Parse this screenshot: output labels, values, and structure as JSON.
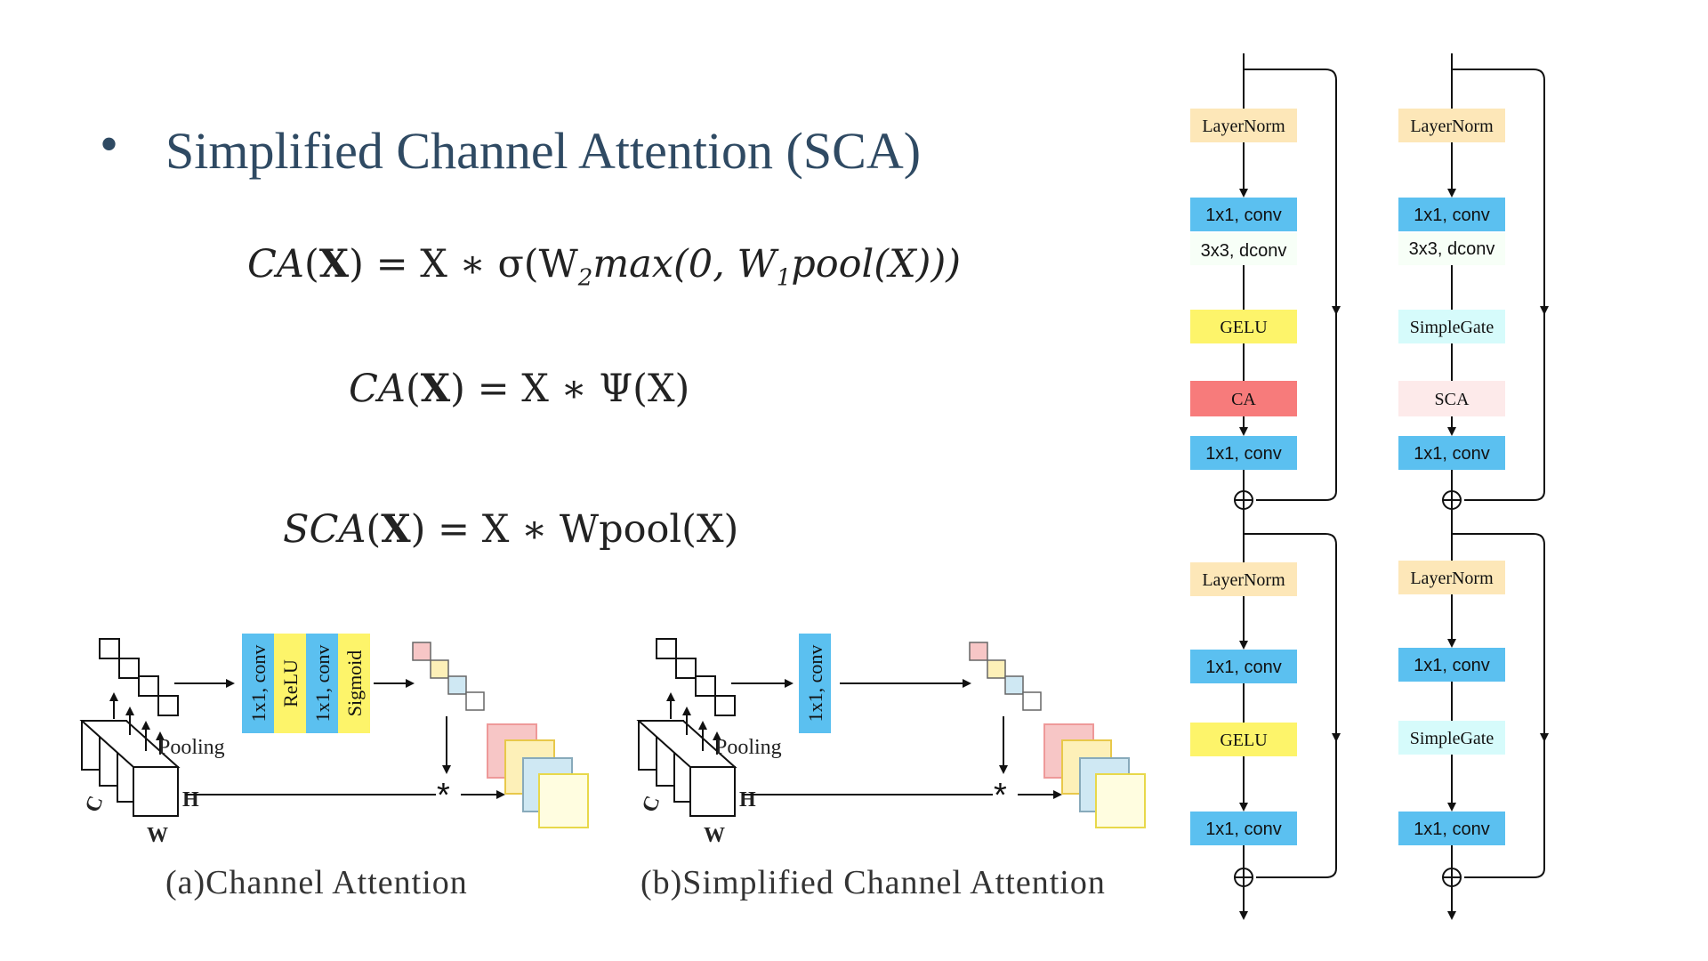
{
  "slide": {
    "bullet": "•",
    "title": "Simplified Channel Attention (SCA)"
  },
  "equations": {
    "eq1": {
      "lhs": "CA",
      "arg": "X",
      "rhs": "X ∗ σ(W",
      "sub2": "2",
      "mid": "max(0, W",
      "sub1": "1",
      "tail": "pool(X)))"
    },
    "eq2": {
      "lhs": "CA",
      "arg": "X",
      "rhs": "X ∗ Ψ(X)"
    },
    "eq3": {
      "lhs": "SCA",
      "arg": "X",
      "rhs": "X ∗ Wpool(X)"
    }
  },
  "figures": {
    "channel_attention": {
      "caption": "(a)Channel Attention",
      "pooling_label": "Pooling",
      "axis_c": "C",
      "axis_h": "H",
      "axis_w": "W",
      "ops": [
        "1x1, conv",
        "ReLU",
        "1x1, conv",
        "Sigmoid"
      ],
      "multiply": "*"
    },
    "simplified_channel_attention": {
      "caption": "(b)Simplified Channel Attention",
      "pooling_label": "Pooling",
      "axis_c": "C",
      "axis_h": "H",
      "axis_w": "W",
      "ops": [
        "1x1, conv"
      ],
      "multiply": "*"
    }
  },
  "blocks": {
    "baseline": {
      "top": [
        "LayerNorm",
        "1x1, conv",
        "3x3, dconv",
        "GELU",
        "CA",
        "1x1, conv"
      ],
      "bottom": [
        "LayerNorm",
        "1x1, conv",
        "GELU",
        "1x1, conv"
      ]
    },
    "nafnet": {
      "top": [
        "LayerNorm",
        "1x1, conv",
        "3x3, dconv",
        "SimpleGate",
        "SCA",
        "1x1, conv"
      ],
      "bottom": [
        "LayerNorm",
        "1x1, conv",
        "SimpleGate",
        "1x1, conv"
      ]
    },
    "add_symbol": "⊕"
  },
  "colors": {
    "title": "#2f4a63",
    "layernorm": "#fde7b8",
    "conv": "#5bc0f0",
    "gelu": "#fdf46a",
    "ca": "#f77b7b",
    "simplegate": "#d6fbfb",
    "sca": "#fdeaea",
    "relu": "#fdf46a",
    "sigmoid": "#fdf46a"
  }
}
